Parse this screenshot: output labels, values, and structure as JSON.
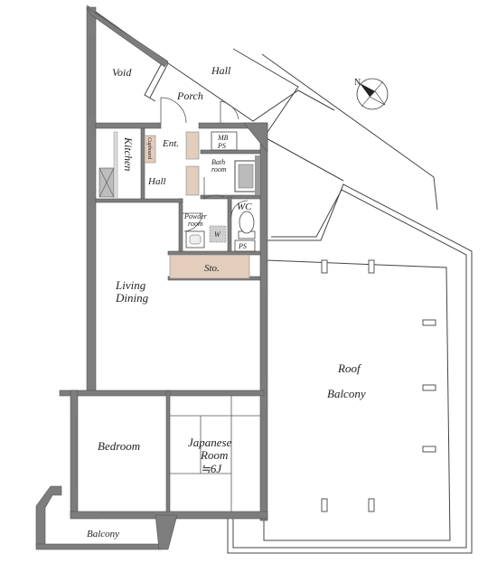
{
  "rooms": {
    "void": "Void",
    "hall_outer": "Hall",
    "porch": "Porch",
    "ent": "Ent.",
    "mb_ps_line1": "MB",
    "mb_ps_line2": "PS",
    "cupboard": "Cupboard",
    "kitchen": "Kitchen",
    "bath_line1": "Bath",
    "bath_line2": "room",
    "hall_inner": "Hall",
    "powder_line1": "Powder",
    "powder_line2": "room",
    "wc": "WC",
    "w": "W",
    "ps": "PS",
    "storage": "Sto.",
    "living_line1": "Living",
    "living_line2": "Dining",
    "roof_line1": "Roof",
    "roof_line2": "Balcony",
    "bedroom": "Bedroom",
    "japanese_line1": "Japanese",
    "japanese_line2": "Room",
    "japanese_size": "≒6J",
    "balcony": "Balcony"
  },
  "compass": {
    "north_label": "N"
  },
  "colors": {
    "wall": "#7d7d7d",
    "storage_fill": "#e3cdbd",
    "outline": "#444444"
  }
}
